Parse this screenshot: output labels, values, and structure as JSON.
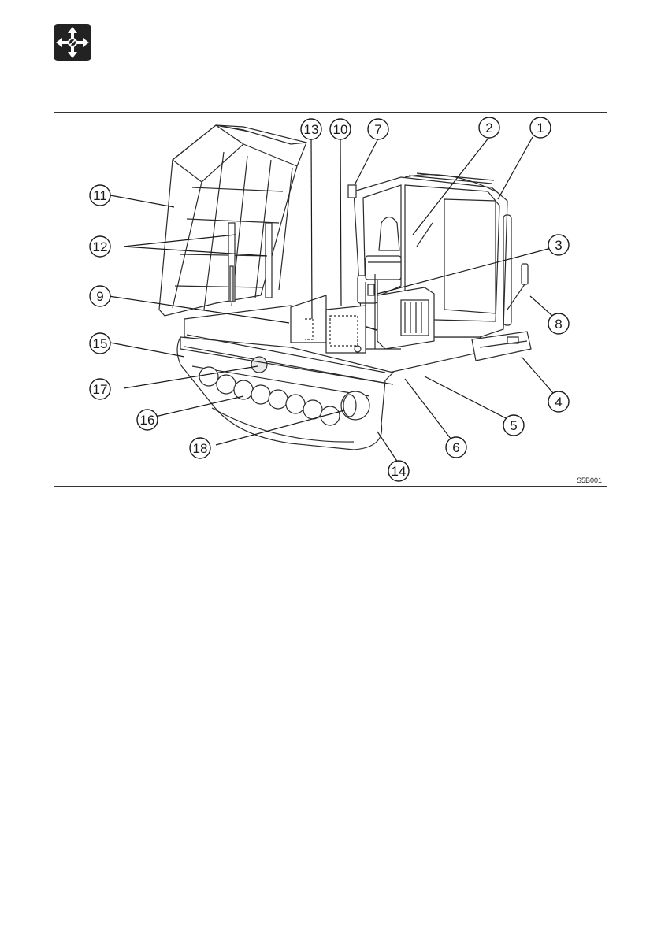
{
  "header": {
    "icon": "move-arrows-icon"
  },
  "figure": {
    "code": "S5B001",
    "callouts": [
      "1",
      "2",
      "3",
      "4",
      "5",
      "6",
      "7",
      "8",
      "9",
      "10",
      "11",
      "12",
      "13",
      "14",
      "15",
      "16",
      "17",
      "18"
    ]
  }
}
